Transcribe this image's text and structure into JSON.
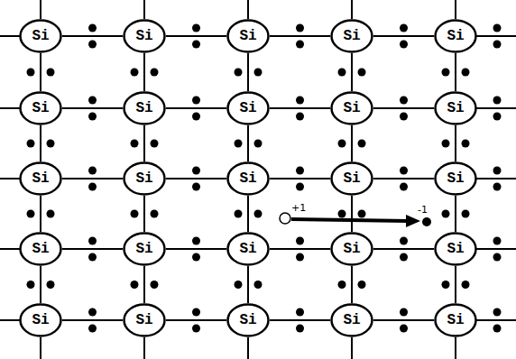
{
  "diagram": {
    "nodes": [
      {
        "text": [
          "Si"
        ]
      },
      {
        "text": [
          "Si"
        ]
      },
      {
        "text": [
          "Si"
        ]
      },
      {
        "text": [
          "Si"
        ]
      },
      {
        "text": [
          "Si"
        ]
      },
      {
        "text": [
          "Si"
        ]
      },
      {
        "text": [
          "Si"
        ]
      },
      {
        "text": [
          "Si"
        ]
      },
      {
        "text": [
          "Si"
        ]
      },
      {
        "text": [
          "Si"
        ]
      },
      {
        "text": [
          "Si"
        ]
      },
      {
        "text": [
          "Si"
        ]
      },
      {
        "text": [
          "Si"
        ]
      },
      {
        "text": [
          "Si"
        ]
      },
      {
        "text": [
          "Si"
        ]
      },
      {
        "text": [
          "Si"
        ]
      },
      {
        "text": [
          "Si"
        ]
      },
      {
        "text": [
          "Si"
        ]
      },
      {
        "text": [
          "Si"
        ]
      },
      {
        "text": [
          "Si"
        ]
      },
      {
        "text": [
          "Si"
        ]
      },
      {
        "text": [
          "Si"
        ]
      },
      {
        "text": [
          "Si"
        ]
      },
      {
        "text": [
          "Si"
        ]
      },
      {
        "text": [
          "Si"
        ]
      }
    ],
    "edges": [
      {
        "from": 0,
        "to": 1,
        "arrow": "none"
      },
      {
        "from": 1,
        "to": 2,
        "arrow": "none"
      },
      {
        "from": 2,
        "to": 3,
        "arrow": "none"
      },
      {
        "from": 3,
        "to": 4,
        "arrow": "none"
      },
      {
        "from": 5,
        "to": 6,
        "arrow": "none"
      },
      {
        "from": 6,
        "to": 7,
        "arrow": "none"
      },
      {
        "from": 7,
        "to": 8,
        "arrow": "none"
      },
      {
        "from": 8,
        "to": 9,
        "arrow": "none"
      },
      {
        "from": 10,
        "to": 11,
        "arrow": "none"
      },
      {
        "from": 11,
        "to": 12,
        "arrow": "none"
      },
      {
        "from": 12,
        "to": 13,
        "arrow": "none"
      },
      {
        "from": 13,
        "to": 14,
        "arrow": "none"
      },
      {
        "from": 15,
        "to": 16,
        "arrow": "none"
      },
      {
        "from": 16,
        "to": 17,
        "arrow": "none"
      },
      {
        "from": 17,
        "to": 18,
        "arrow": "none"
      },
      {
        "from": 18,
        "to": 19,
        "arrow": "none"
      },
      {
        "from": 20,
        "to": 21,
        "arrow": "none"
      },
      {
        "from": 21,
        "to": 22,
        "arrow": "none"
      },
      {
        "from": 22,
        "to": 23,
        "arrow": "none"
      },
      {
        "from": 23,
        "to": 24,
        "arrow": "none"
      },
      {
        "from": 0,
        "to": 5,
        "arrow": "none"
      },
      {
        "from": 1,
        "to": 6,
        "arrow": "none"
      },
      {
        "from": 2,
        "to": 7,
        "arrow": "none"
      },
      {
        "from": 3,
        "to": 8,
        "arrow": "none"
      },
      {
        "from": 4,
        "to": 9,
        "arrow": "none"
      },
      {
        "from": 5,
        "to": 10,
        "arrow": "none"
      },
      {
        "from": 6,
        "to": 11,
        "arrow": "none"
      },
      {
        "from": 7,
        "to": 12,
        "arrow": "none"
      },
      {
        "from": 8,
        "to": 13,
        "arrow": "none"
      },
      {
        "from": 9,
        "to": 14,
        "arrow": "none"
      },
      {
        "from": 10,
        "to": 15,
        "arrow": "none"
      },
      {
        "from": 11,
        "to": 16,
        "arrow": "none"
      },
      {
        "from": 12,
        "to": 17,
        "arrow": "none"
      },
      {
        "from": 13,
        "to": 18,
        "arrow": "none"
      },
      {
        "from": 14,
        "to": 19,
        "arrow": "none"
      },
      {
        "from": 15,
        "to": 20,
        "arrow": "none"
      },
      {
        "from": 16,
        "to": 21,
        "arrow": "none"
      },
      {
        "from": 17,
        "to": 22,
        "arrow": "none"
      },
      {
        "from": 18,
        "to": 23,
        "arrow": "none"
      },
      {
        "from": 19,
        "to": 24,
        "arrow": "none"
      }
    ],
    "labels": [
      "+1",
      "-1"
    ]
  }
}
